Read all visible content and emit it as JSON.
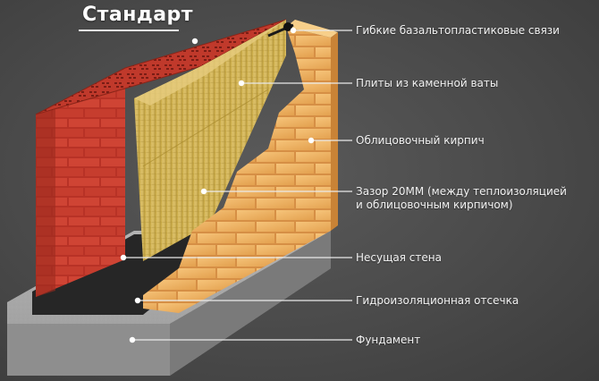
{
  "title": "Стандарт",
  "labels": [
    {
      "id": "ties",
      "text": "Гибкие базальтопластиковые связи"
    },
    {
      "id": "wool",
      "text": "Плиты из каменной ваты"
    },
    {
      "id": "facing",
      "text": "Облицовочный кирпич"
    },
    {
      "id": "gap_line1",
      "text": "Зазор 20ММ (между теплоизоляцией"
    },
    {
      "id": "gap_line2",
      "text": "и облицовочным кирпичом)"
    },
    {
      "id": "bearing",
      "text": "Несущая стена"
    },
    {
      "id": "waterproof",
      "text": "Гидроизоляционная отсечка"
    },
    {
      "id": "foundation",
      "text": "Фундамент"
    }
  ],
  "colors": {
    "red_brick": "#c0392b",
    "facing_brick": "#f0b460",
    "insulation": "#d4b24e",
    "foundation": "#9a9a9a",
    "waterproofing": "#2a2a2a"
  }
}
